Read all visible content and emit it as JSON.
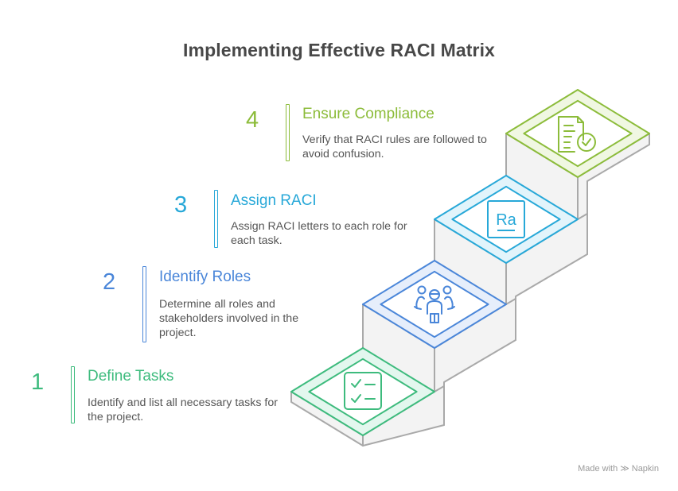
{
  "title": "Implementing Effective RACI Matrix",
  "steps": [
    {
      "number": "1",
      "heading": "Define Tasks",
      "description": "Identify and list all necessary tasks for the project.",
      "color": "#3dbb7d",
      "tint": "#e3f7ee",
      "icon": "checklist-icon"
    },
    {
      "number": "2",
      "heading": "Identify Roles",
      "description": "Determine all roles and stakeholders involved in the project.",
      "color": "#4a86d9",
      "tint": "#e6eefb",
      "icon": "people-group-icon"
    },
    {
      "number": "3",
      "heading": "Assign RACI",
      "description": "Assign RACI letters to each role for each task.",
      "color": "#27a8d8",
      "tint": "#e2f4fb",
      "icon": "ra-letters-icon"
    },
    {
      "number": "4",
      "heading": "Ensure Compliance",
      "description": "Verify that RACI rules are followed to avoid confusion.",
      "color": "#8cbc3a",
      "tint": "#f0f7e2",
      "icon": "document-check-icon"
    }
  ],
  "icon_text": {
    "ra": "Ra"
  },
  "credit": {
    "prefix": "Made with",
    "brand": "Napkin"
  }
}
